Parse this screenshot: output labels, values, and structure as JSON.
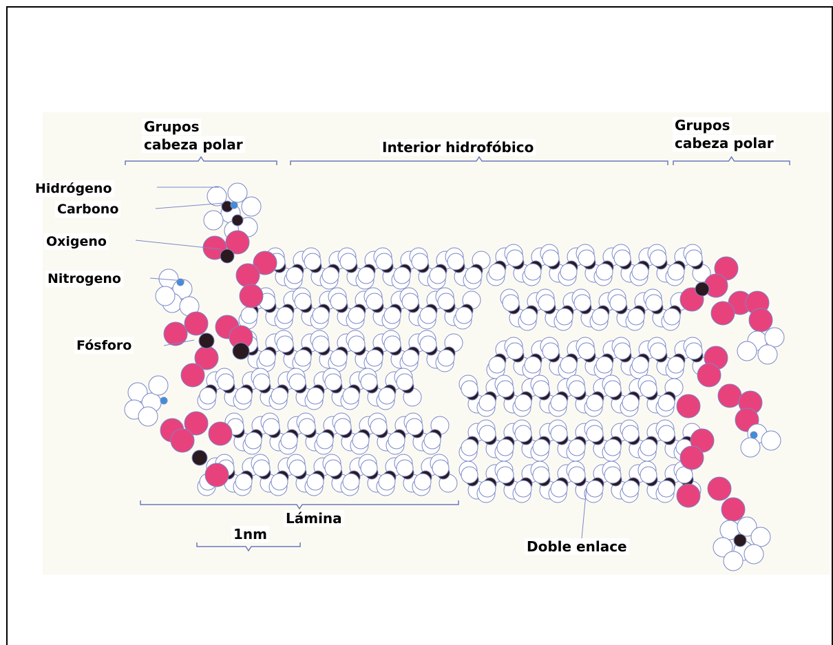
{
  "diagram": {
    "header_left": [
      "Grupos",
      "cabeza polar"
    ],
    "header_center": "Interior hidrofóbico",
    "header_right": [
      "Grupos",
      "cabeza polar"
    ],
    "atom_labels": {
      "hydrogen": "Hidrógeno",
      "carbon": "Carbono",
      "oxygen": "Oxigeno",
      "nitrogen": "Nitrogeno",
      "phosphorus": "Fósforo"
    },
    "bottom_labels": {
      "sheet": "Lámina",
      "scale": "1nm",
      "double_bond": "Doble enlace"
    },
    "colors": {
      "oxygen": "#e8427c",
      "carbon": "#2a1a1f",
      "hydrogen": "#ffffff",
      "nitrogen": "#3d8fd8",
      "outline": "#7a86c8",
      "background": "#fbfaf2"
    }
  }
}
